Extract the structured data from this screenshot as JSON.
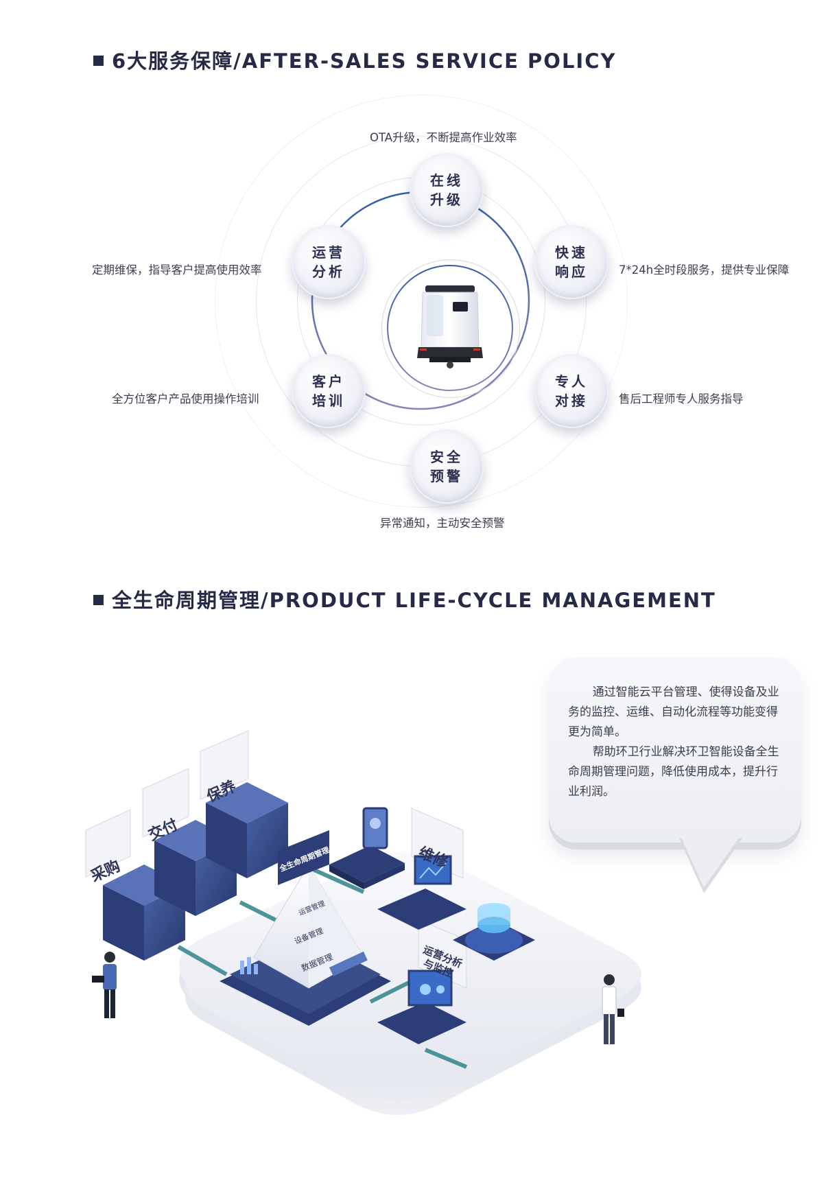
{
  "section1": {
    "title": "6大服务保障/AFTER-SALES SERVICE POLICY",
    "nodes": {
      "top": {
        "line1": "在线",
        "line2": "升级",
        "desc": "OTA升级，不断提高作业效率"
      },
      "right_top": {
        "line1": "快速",
        "line2": "响应",
        "desc": "7*24h全时段服务，提供专业保障"
      },
      "right_bottom": {
        "line1": "专人",
        "line2": "对接",
        "desc": "售后工程师专人服务指导"
      },
      "bottom": {
        "line1": "安全",
        "line2": "预警",
        "desc": "异常通知，主动安全预警"
      },
      "left_bottom": {
        "line1": "客户",
        "line2": "培训",
        "desc": "全方位客户产品使用操作培训"
      },
      "left_top": {
        "line1": "运营",
        "line2": "分析",
        "desc": "定期维保，指导客户提高使用效率"
      }
    }
  },
  "section2": {
    "title": "全生命周期管理/PRODUCT LIFE-CYCLE MANAGEMENT",
    "bubble": {
      "para1": "通过智能云平台管理、使得设备及业务的监控、运维、自动化流程等功能变得更为简单。",
      "para2": "帮助环卫行业解决环卫智能设备全生命周期管理问题，降低使用成本，提升行业利润。"
    },
    "illustration": {
      "card_purchase": "采购",
      "card_delivery": "交付",
      "card_maintain": "保养",
      "card_repair": "维修",
      "card_ops": "运营分析与监控",
      "pyramid_top": "全生命周期管理",
      "pyramid_l1": "运营管理",
      "pyramid_l2": "设备管理",
      "pyramid_l3": "数据管理"
    }
  },
  "colors": {
    "ring_blue": "#2f5ea6",
    "ring_purple": "#8a83b8",
    "dark": "#262a46",
    "server": "#3a4f8a"
  }
}
